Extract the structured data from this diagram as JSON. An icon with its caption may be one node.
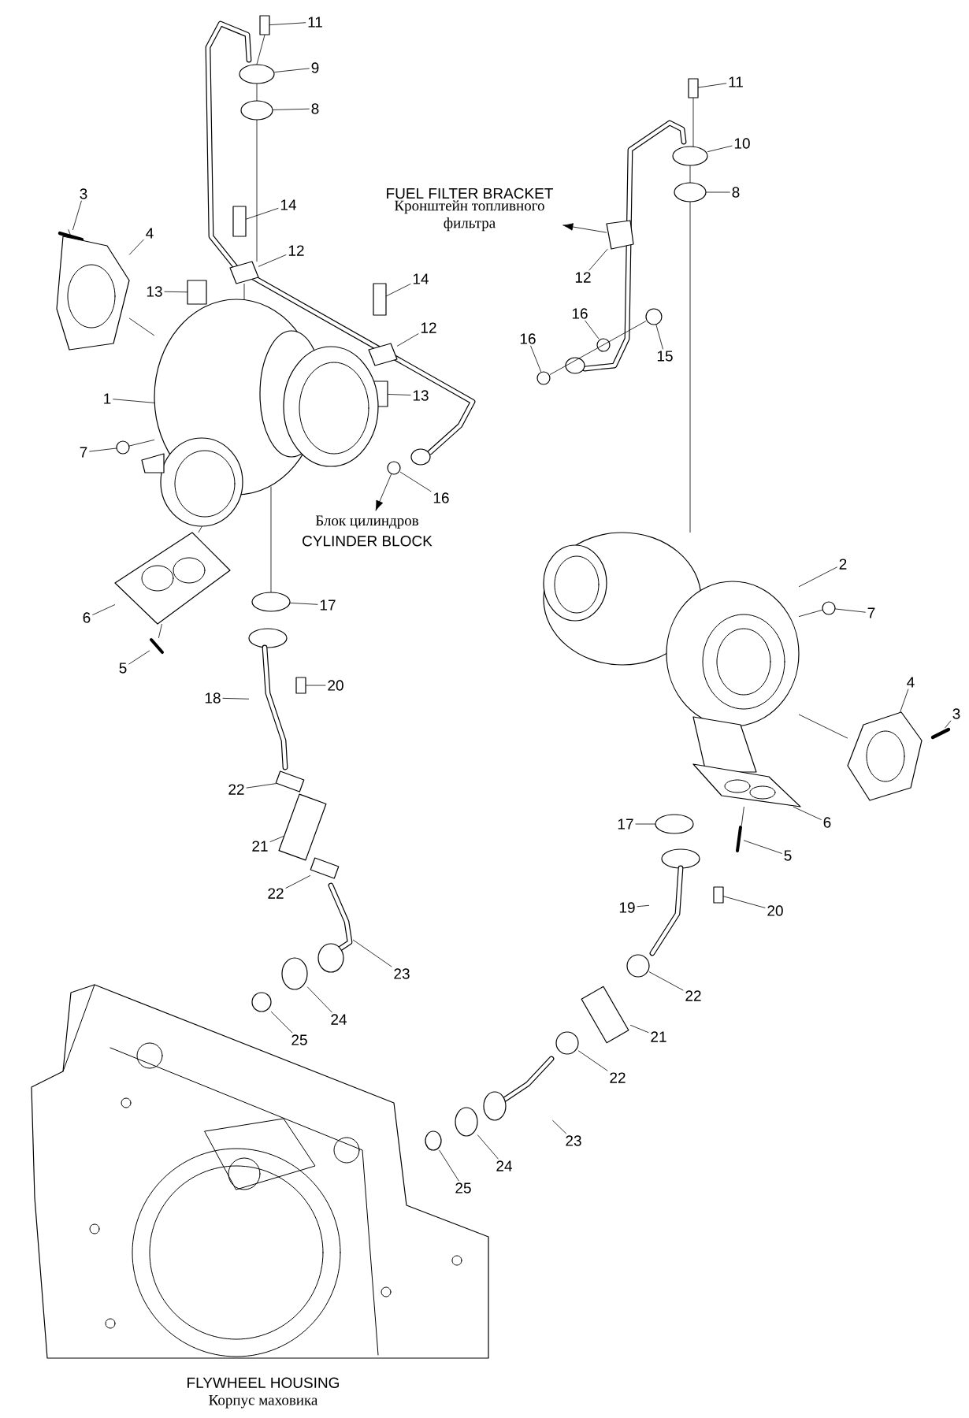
{
  "diagram": {
    "nodes": [
      {
        "text": [
          "11"
        ]
      },
      {
        "text": [
          "9"
        ]
      },
      {
        "text": [
          "11"
        ]
      },
      {
        "text": [
          "8"
        ]
      },
      {
        "text": [
          "10"
        ]
      },
      {
        "text": [
          "FUEL FILTER BRACKET",
          "Кронштейн топливного фильтра"
        ]
      },
      {
        "text": [
          "8"
        ]
      },
      {
        "text": [
          "3"
        ]
      },
      {
        "text": [
          "14"
        ]
      },
      {
        "text": [
          "4"
        ]
      },
      {
        "text": [
          "12"
        ]
      },
      {
        "text": [
          "12"
        ]
      },
      {
        "text": [
          "14"
        ]
      },
      {
        "text": [
          "13"
        ]
      },
      {
        "text": [
          "16"
        ]
      },
      {
        "text": [
          "12"
        ]
      },
      {
        "text": [
          "16"
        ]
      },
      {
        "text": [
          "15"
        ]
      },
      {
        "text": [
          "13"
        ]
      },
      {
        "text": [
          "1"
        ]
      },
      {
        "text": [
          "7"
        ]
      },
      {
        "text": [
          "16"
        ]
      },
      {
        "text": [
          "Блок цилиндров",
          "CYLINDER BLOCK"
        ]
      },
      {
        "text": [
          "2"
        ]
      },
      {
        "text": [
          "17"
        ]
      },
      {
        "text": [
          "7"
        ]
      },
      {
        "text": [
          "6"
        ]
      },
      {
        "text": [
          "5"
        ]
      },
      {
        "text": [
          "4"
        ]
      },
      {
        "text": [
          "20"
        ]
      },
      {
        "text": [
          "18"
        ]
      },
      {
        "text": [
          "3"
        ]
      },
      {
        "text": [
          "22"
        ]
      },
      {
        "text": [
          "6"
        ]
      },
      {
        "text": [
          "17"
        ]
      },
      {
        "text": [
          "21"
        ]
      },
      {
        "text": [
          "5"
        ]
      },
      {
        "text": [
          "22"
        ]
      },
      {
        "text": [
          "19"
        ]
      },
      {
        "text": [
          "20"
        ]
      },
      {
        "text": [
          "23"
        ]
      },
      {
        "text": [
          "22"
        ]
      },
      {
        "text": [
          "24"
        ]
      },
      {
        "text": [
          "21"
        ]
      },
      {
        "text": [
          "25"
        ]
      },
      {
        "text": [
          "22"
        ]
      },
      {
        "text": [
          "23"
        ]
      },
      {
        "text": [
          "24"
        ]
      },
      {
        "text": [
          "25"
        ]
      },
      {
        "text": [
          "FLYWHEEL HOUSING",
          "Корпус маховика"
        ]
      },
      {
        "text": [],
        "shape": "box"
      },
      {
        "text": [],
        "shape": "circle"
      },
      {
        "text": [],
        "shape": "box"
      },
      {
        "text": [],
        "shape": "circle"
      },
      {
        "text": [],
        "shape": "circle"
      },
      {
        "text": [],
        "shape": "circle"
      },
      {
        "text": [],
        "shape": "picture"
      },
      {
        "text": [],
        "shape": "box"
      },
      {
        "text": [],
        "shape": "picture"
      },
      {
        "text": [],
        "shape": "picture"
      },
      {
        "text": [],
        "shape": "picture"
      },
      {
        "text": [],
        "shape": "box"
      },
      {
        "text": [],
        "shape": "box"
      },
      {
        "text": [],
        "shape": "circle"
      },
      {
        "text": [],
        "shape": "picture"
      },
      {
        "text": [],
        "shape": "circle"
      },
      {
        "text": [],
        "shape": "circle"
      },
      {
        "text": [],
        "shape": "box"
      },
      {
        "text": [],
        "shape": "picture"
      },
      {
        "text": [],
        "shape": "circle"
      },
      {
        "text": [],
        "shape": "circle"
      },
      {
        "text": [],
        "shape": "picture"
      },
      {
        "text": [],
        "shape": "circle"
      },
      {
        "text": [],
        "shape": "circle"
      },
      {
        "text": [],
        "shape": "picture"
      },
      {
        "text": [],
        "shape": "picture"
      },
      {
        "text": [],
        "shape": "picture"
      },
      {
        "text": [],
        "shape": "box"
      },
      {
        "text": [],
        "shape": "picture"
      },
      {
        "text": [],
        "shape": "picture"
      },
      {
        "text": [],
        "shape": "picture"
      },
      {
        "text": [],
        "shape": "picture"
      },
      {
        "text": [],
        "shape": "circle"
      },
      {
        "text": [],
        "shape": "picture"
      },
      {
        "text": [],
        "shape": "picture"
      },
      {
        "text": [],
        "shape": "picture"
      },
      {
        "text": [],
        "shape": "picture"
      },
      {
        "text": [],
        "shape": "box"
      },
      {
        "text": [],
        "shape": "picture"
      },
      {
        "text": [],
        "shape": "circle"
      },
      {
        "text": [],
        "shape": "circle"
      },
      {
        "text": [],
        "shape": "picture"
      },
      {
        "text": [],
        "shape": "circle"
      },
      {
        "text": [],
        "shape": "circle"
      },
      {
        "text": [],
        "shape": "picture"
      },
      {
        "text": [],
        "shape": "circle"
      },
      {
        "text": [],
        "shape": "circle"
      }
    ],
    "edges": [
      {
        "from": 0,
        "to": 50,
        "arrow": "none"
      },
      {
        "from": 1,
        "to": 51,
        "arrow": "none"
      },
      {
        "from": 2,
        "to": 52,
        "arrow": "none"
      },
      {
        "from": 3,
        "to": 53,
        "arrow": "none"
      },
      {
        "from": 4,
        "to": 54,
        "arrow": "none"
      },
      {
        "from": 60,
        "to": 5,
        "arrow": "to"
      },
      {
        "from": 6,
        "to": 55,
        "arrow": "none"
      },
      {
        "from": 7,
        "to": 56,
        "arrow": "none"
      },
      {
        "from": 8,
        "to": 57,
        "arrow": "none"
      },
      {
        "from": 9,
        "to": 58,
        "arrow": "none"
      },
      {
        "from": 10,
        "to": 59,
        "arrow": "none"
      },
      {
        "from": 11,
        "to": 60,
        "arrow": "none"
      },
      {
        "from": 12,
        "to": 61,
        "arrow": "none"
      },
      {
        "from": 13,
        "to": 62,
        "arrow": "none"
      },
      {
        "from": 14,
        "to": 63,
        "arrow": "none"
      },
      {
        "from": 15,
        "to": 64,
        "arrow": "none"
      },
      {
        "from": 16,
        "to": 65,
        "arrow": "none"
      },
      {
        "from": 17,
        "to": 66,
        "arrow": "none"
      },
      {
        "from": 18,
        "to": 67,
        "arrow": "none"
      },
      {
        "from": 19,
        "to": 68,
        "arrow": "none"
      },
      {
        "from": 20,
        "to": 69,
        "arrow": "none"
      },
      {
        "from": 21,
        "to": 70,
        "arrow": "none"
      },
      {
        "from": 70,
        "to": 22,
        "arrow": "to"
      },
      {
        "from": 23,
        "to": 71,
        "arrow": "none"
      },
      {
        "from": 24,
        "to": 72,
        "arrow": "none"
      },
      {
        "from": 25,
        "to": 73,
        "arrow": "none"
      },
      {
        "from": 26,
        "to": 74,
        "arrow": "none"
      },
      {
        "from": 27,
        "to": 75,
        "arrow": "none"
      },
      {
        "from": 28,
        "to": 76,
        "arrow": "none"
      },
      {
        "from": 29,
        "to": 77,
        "arrow": "none"
      },
      {
        "from": 30,
        "to": 78,
        "arrow": "none"
      },
      {
        "from": 31,
        "to": 79,
        "arrow": "none"
      },
      {
        "from": 32,
        "to": 80,
        "arrow": "none"
      },
      {
        "from": 33,
        "to": 81,
        "arrow": "none"
      },
      {
        "from": 34,
        "to": 82,
        "arrow": "none"
      },
      {
        "from": 35,
        "to": 83,
        "arrow": "none"
      },
      {
        "from": 36,
        "to": 84,
        "arrow": "none"
      },
      {
        "from": 37,
        "to": 85,
        "arrow": "none"
      },
      {
        "from": 38,
        "to": 86,
        "arrow": "none"
      },
      {
        "from": 39,
        "to": 87,
        "arrow": "none"
      },
      {
        "from": 40,
        "to": 88,
        "arrow": "none"
      },
      {
        "from": 41,
        "to": 89,
        "arrow": "none"
      },
      {
        "from": 42,
        "to": 90,
        "arrow": "none"
      },
      {
        "from": 43,
        "to": 91,
        "arrow": "none"
      },
      {
        "from": 44,
        "to": 92,
        "arrow": "none"
      },
      {
        "from": 45,
        "to": 93,
        "arrow": "none"
      },
      {
        "from": 46,
        "to": 94,
        "arrow": "none"
      },
      {
        "from": 47,
        "to": 95,
        "arrow": "none"
      },
      {
        "from": 48,
        "to": 96,
        "arrow": "none"
      },
      {
        "from": 50,
        "to": 51,
        "arrow": "none"
      },
      {
        "from": 51,
        "to": 53,
        "arrow": "none"
      },
      {
        "from": 53,
        "to": 59,
        "arrow": "none"
      },
      {
        "from": 52,
        "to": 54,
        "arrow": "none"
      },
      {
        "from": 54,
        "to": 55,
        "arrow": "none"
      },
      {
        "from": 55,
        "to": 71,
        "arrow": "none"
      },
      {
        "from": 58,
        "to": 68,
        "arrow": "none"
      },
      {
        "from": 56,
        "to": 58,
        "arrow": "none"
      },
      {
        "from": 69,
        "to": 68,
        "arrow": "none"
      },
      {
        "from": 74,
        "to": 68,
        "arrow": "none"
      },
      {
        "from": 74,
        "to": 75,
        "arrow": "none"
      },
      {
        "from": 65,
        "to": 66,
        "arrow": "none"
      },
      {
        "from": 68,
        "to": 72,
        "arrow": "none"
      },
      {
        "from": 71,
        "to": 76,
        "arrow": "none"
      },
      {
        "from": 73,
        "to": 71,
        "arrow": "none"
      },
      {
        "from": 81,
        "to": 84,
        "arrow": "none"
      },
      {
        "from": 59,
        "to": 68,
        "arrow": "none"
      }
    ]
  }
}
